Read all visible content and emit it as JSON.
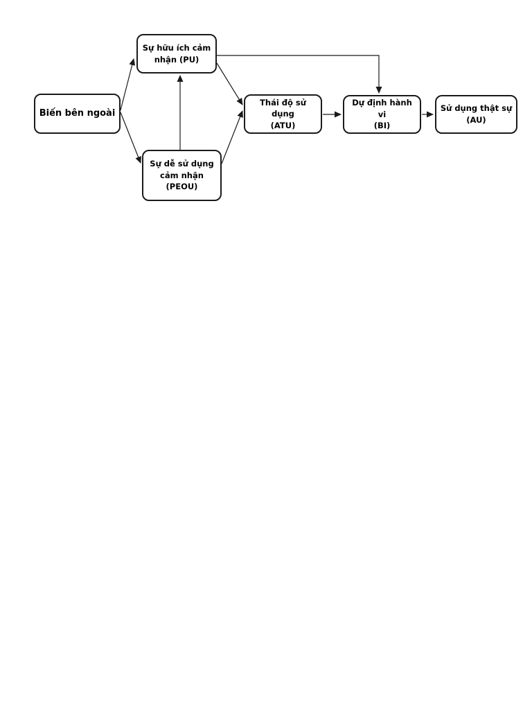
{
  "diagram": {
    "type": "flowchart",
    "nodes": {
      "external": {
        "label": "Biến bên ngoài"
      },
      "pu": {
        "label": "Sự hữu ích cảm\nnhận (PU)"
      },
      "peou": {
        "label": "Sự dễ sử dụng\ncảm nhận\n(PEOU)"
      },
      "atu": {
        "label": "Thái độ sử dụng\n(ATU)"
      },
      "bi": {
        "label": "Dự định hành vi\n(BI)"
      },
      "au": {
        "label": "Sử dụng thật sự\n(AU)"
      }
    },
    "edges": [
      {
        "from": "Biến bên ngoài",
        "to": "Sự hữu ích cảm nhận (PU)"
      },
      {
        "from": "Biến bên ngoài",
        "to": "Sự dễ sử dụng cảm nhận (PEOU)"
      },
      {
        "from": "Sự dễ sử dụng cảm nhận (PEOU)",
        "to": "Sự hữu ích cảm nhận (PU)"
      },
      {
        "from": "Sự hữu ích cảm nhận (PU)",
        "to": "Thái độ sử dụng (ATU)"
      },
      {
        "from": "Sự dễ sử dụng cảm nhận (PEOU)",
        "to": "Thái độ sử dụng (ATU)"
      },
      {
        "from": "Sự hữu ích cảm nhận (PU)",
        "to": "Dự định hành vi (BI)"
      },
      {
        "from": "Thái độ sử dụng (ATU)",
        "to": "Dự định hành vi (BI)"
      },
      {
        "from": "Dự định hành vi (BI)",
        "to": "Sử dụng thật sự (AU)"
      }
    ],
    "colors": {
      "node_border": "#1a1a1a",
      "node_fill": "#ffffff",
      "text": "#000000",
      "arrow": "#1a1a1a",
      "background": "#ffffff"
    }
  }
}
